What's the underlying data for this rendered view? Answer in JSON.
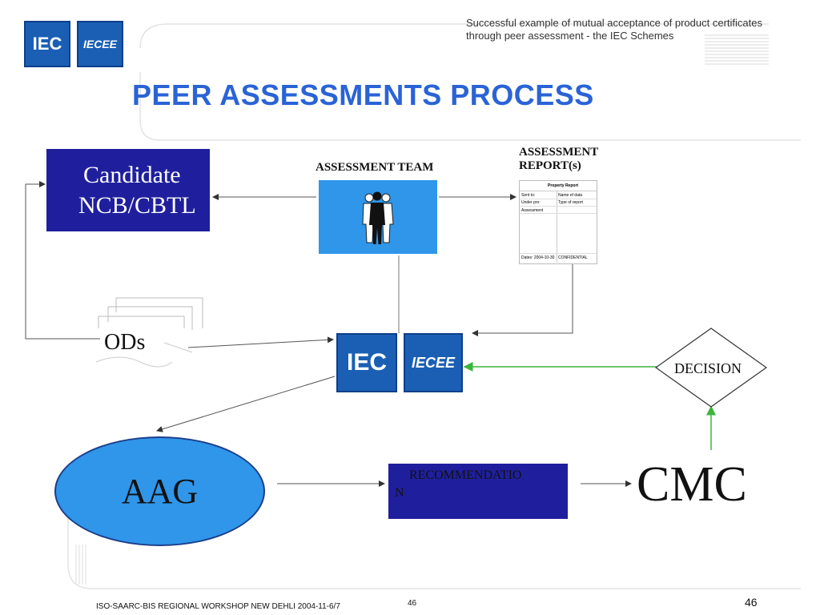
{
  "header": {
    "logo_iec": "IEC",
    "logo_iecee": "IECEE",
    "subtitle_line1": "Successful example of mutual acceptance of product certificates",
    "subtitle_line2": "through peer assessment - the IEC Schemes",
    "title": "PEER ASSESSMENTS PROCESS"
  },
  "diagram": {
    "candidate_line1": "Candidate",
    "candidate_line2": "NCB/CBTL",
    "assessment_team": "ASSESSMENT TEAM",
    "assessment_report_line1": "ASSESSMENT",
    "assessment_report_line2": "REPORT(s)",
    "ods": "ODs",
    "center_logo_iec": "IEC",
    "center_logo_iecee": "IECEE",
    "decision": "DECISION",
    "aag": "AAG",
    "recommendation_line1": "RECOMMENDATIO",
    "recommendation_line2": "N",
    "cmc": "CMC",
    "report_doc": {
      "heading": "Property Report",
      "row1_left": "Sent to:",
      "row1_right": "Name of data",
      "row2_left": "Under pro:",
      "row2_right": "Type of report",
      "row3_left": "Assessment",
      "footer_left": "Dates: 2004-10-30",
      "footer_right": "CONFIDENTIAL"
    }
  },
  "footer": {
    "workshop": "ISO-SAARC-BIS REGIONAL WORKSHOP NEW DEHLI 2004-11-6/7",
    "page_center": "46",
    "page_right": "46"
  },
  "colors": {
    "title": "#2a63d6",
    "dark_box": "#1f1f9e",
    "light_blue": "#2f96ea",
    "logo_blue": "#1a5fb4",
    "green_arrow": "#3cb43c"
  }
}
